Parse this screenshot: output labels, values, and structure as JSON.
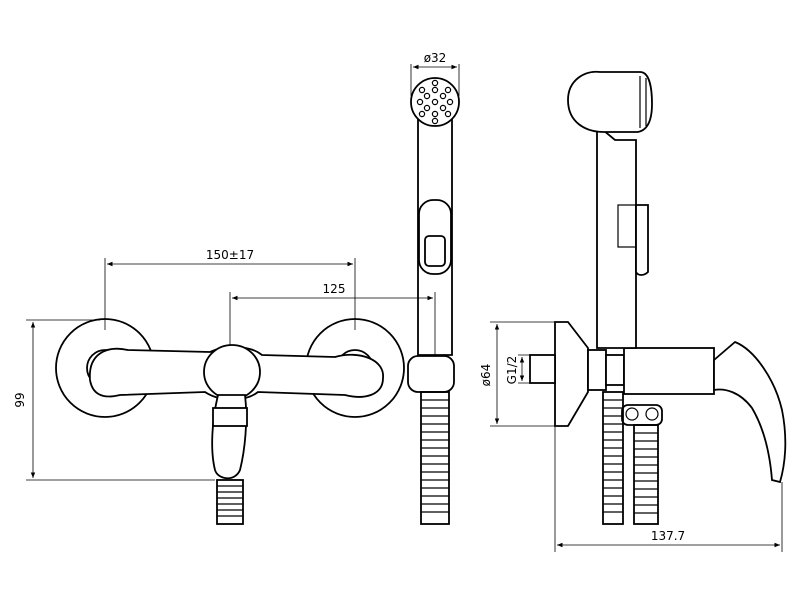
{
  "dimensions": {
    "spacing_label": "150±17",
    "center_to_hose_label": "125",
    "height_label": "99",
    "head_diameter_label": "ø32",
    "flange_diameter_label": "ø64",
    "thread_label": "G1/2",
    "depth_label": "137.7"
  },
  "colors": {
    "line": "#000000",
    "background": "#ffffff"
  }
}
